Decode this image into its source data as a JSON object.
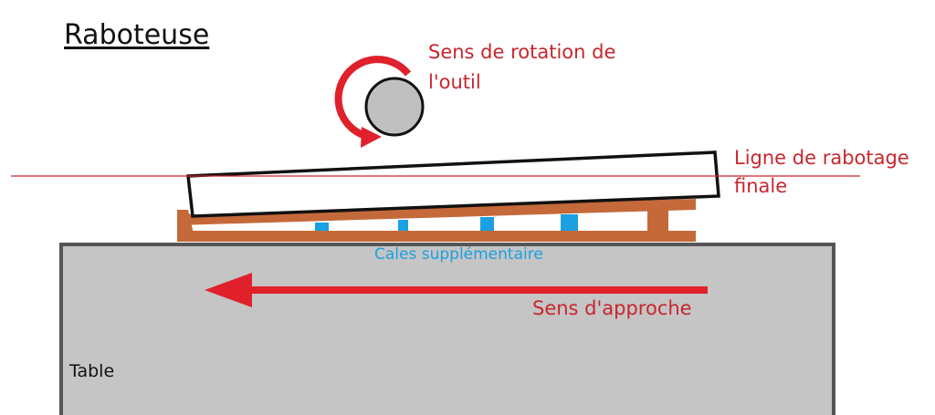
{
  "title": "Raboteuse",
  "labels": {
    "rotation": "Sens de rotation de\nl'outil",
    "planing_line": "Ligne de rabotage\nfinale",
    "shims": "Cales supplémentaire",
    "approach": "Sens d'approche",
    "table": "Table"
  },
  "colors": {
    "red": "#e0212b",
    "label_red": "#c8262e",
    "blue": "#1ba0e2",
    "wood": "#c5693a",
    "table_fill": "#c5c5c5",
    "table_border": "#555555",
    "cutter_fill": "#c0c0c0",
    "outline": "#111111",
    "title_text": "#111111",
    "table_text": "#111111"
  },
  "shim_count": 4
}
